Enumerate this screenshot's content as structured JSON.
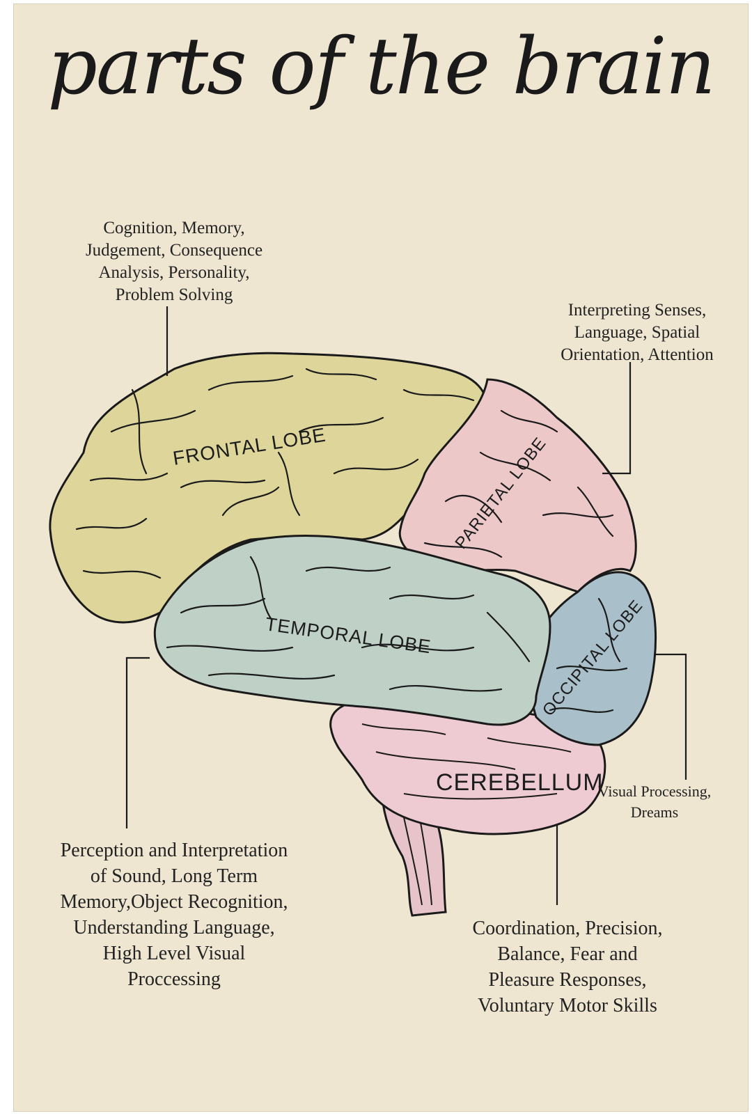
{
  "poster": {
    "title": "parts of the brain",
    "background_color": "#efe6d2"
  },
  "lobes": {
    "frontal": {
      "label": "FRONTAL LOBE",
      "color": "#ddd59a",
      "function": "Cognition, Memory,\nJudgement, Consequence\nAnalysis, Personality,\nProblem Solving"
    },
    "parietal": {
      "label": "PARIETAL LOBE",
      "color": "#ecc9c8",
      "function": "Interpreting Senses,\nLanguage, Spatial\nOrientation, Attention"
    },
    "temporal": {
      "label": "TEMPORAL LOBE",
      "color": "#bfd0c6",
      "function": "Perception and Interpretation\nof Sound, Long Term\nMemory,Object Recognition,\nUnderstanding Language,\nHigh Level Visual\nProccessing"
    },
    "occipital": {
      "label": "OCCIPITAL LOBE",
      "color": "#a9bfc9",
      "function": "Visual Processing,\nDreams"
    },
    "cerebellum": {
      "label": "CEREBELLUM",
      "color": "#eecbd2",
      "function": "Coordination, Precision,\nBalance, Fear and\nPleasure Responses,\nVoluntary Motor Skills"
    }
  },
  "colors": {
    "outline": "#1a1a1a",
    "brainstem": "#e7c4c9"
  }
}
